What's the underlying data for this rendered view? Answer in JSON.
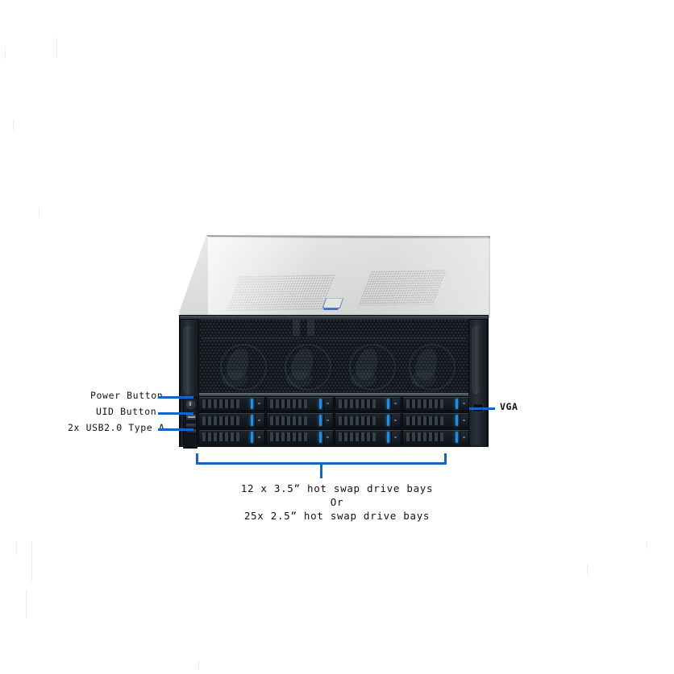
{
  "document": {
    "type": "product-diagram",
    "subject": "4U rack mount server front view",
    "background_color": "#ffffff"
  },
  "theme": {
    "callout_blue": "#1565c8",
    "led_blue": "#1f8fe8",
    "chassis_dark": "#14181c",
    "lid_gray": "#e0e2e1",
    "text_color": "#111111"
  },
  "callouts": {
    "left": [
      {
        "id": "power-button",
        "label": "Power Button"
      },
      {
        "id": "uid-button",
        "label": "UID Button"
      },
      {
        "id": "usb-ports",
        "label": "2x USB2.0 Type A"
      }
    ],
    "right": [
      {
        "id": "vga-port",
        "label": "VGA"
      }
    ]
  },
  "caption": {
    "line1": "12 x 3.5”  hot swap drive bays",
    "line2": "Or",
    "line3": "25x 2.5”  hot swap drive bays"
  },
  "drive_bays": {
    "columns": 4,
    "rows": 3,
    "total": 12
  },
  "chassis": {
    "fan_count": 4,
    "lid_vent_panels": 2,
    "rack_ear_handles": 2,
    "latch_name": "top-cover-latch"
  }
}
